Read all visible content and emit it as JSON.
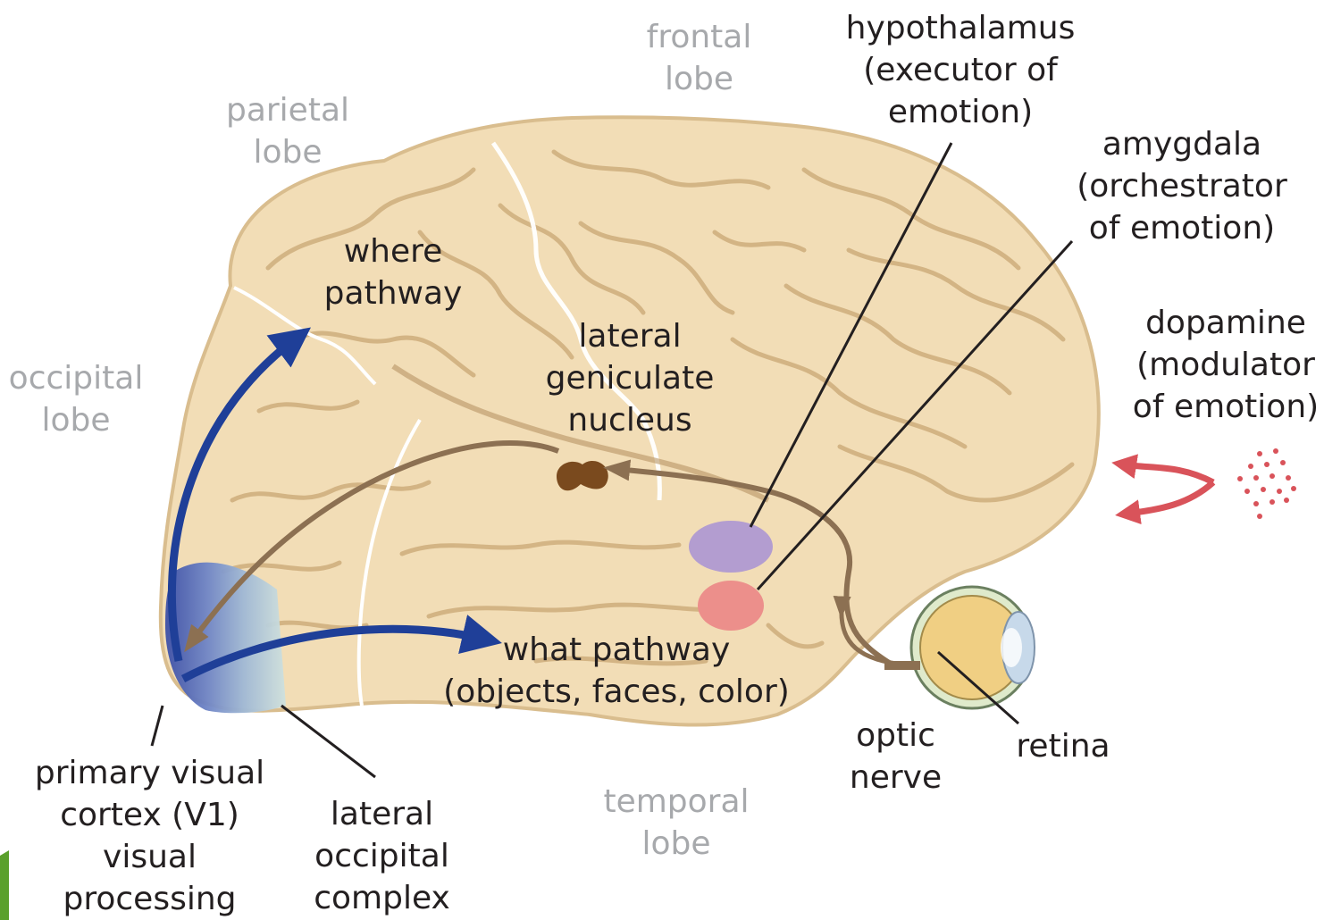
{
  "lobes": {
    "frontal": "frontal\nlobe",
    "parietal": "parietal\nlobe",
    "occipital": "occipital\nlobe",
    "temporal": "temporal\nlobe"
  },
  "labels": {
    "hypothalamus": "hypothalamus\n(executor of\nemotion)",
    "amygdala": "amygdala\n(orchestrator\nof emotion)",
    "dopamine": "dopamine\n(modulator\nof emotion)",
    "where_pathway": "where\npathway",
    "lgn": "lateral\ngeniculate\nnucleus",
    "what_pathway": "what pathway\n(objects, faces, color)",
    "optic_nerve": "optic\nnerve",
    "retina": "retina",
    "v1": "primary visual\ncortex (V1)\nvisual\nprocessing",
    "loc": "lateral\noccipital\ncomplex"
  },
  "colors": {
    "brain_fill": "#f2ddb6",
    "brain_outline": "#d9bd8e",
    "gyri": "#c9a774",
    "pathway_arrow": "#1f3f98",
    "optic_tract": "#8c7052",
    "hypothalamus": "#b39dd0",
    "amygdala": "#ec8f8b",
    "dopamine": "#d9535a",
    "v1_dark": "#3c4fa7",
    "v1_light": "#b8d3d6",
    "lobe_text": "#a7a9ac"
  }
}
